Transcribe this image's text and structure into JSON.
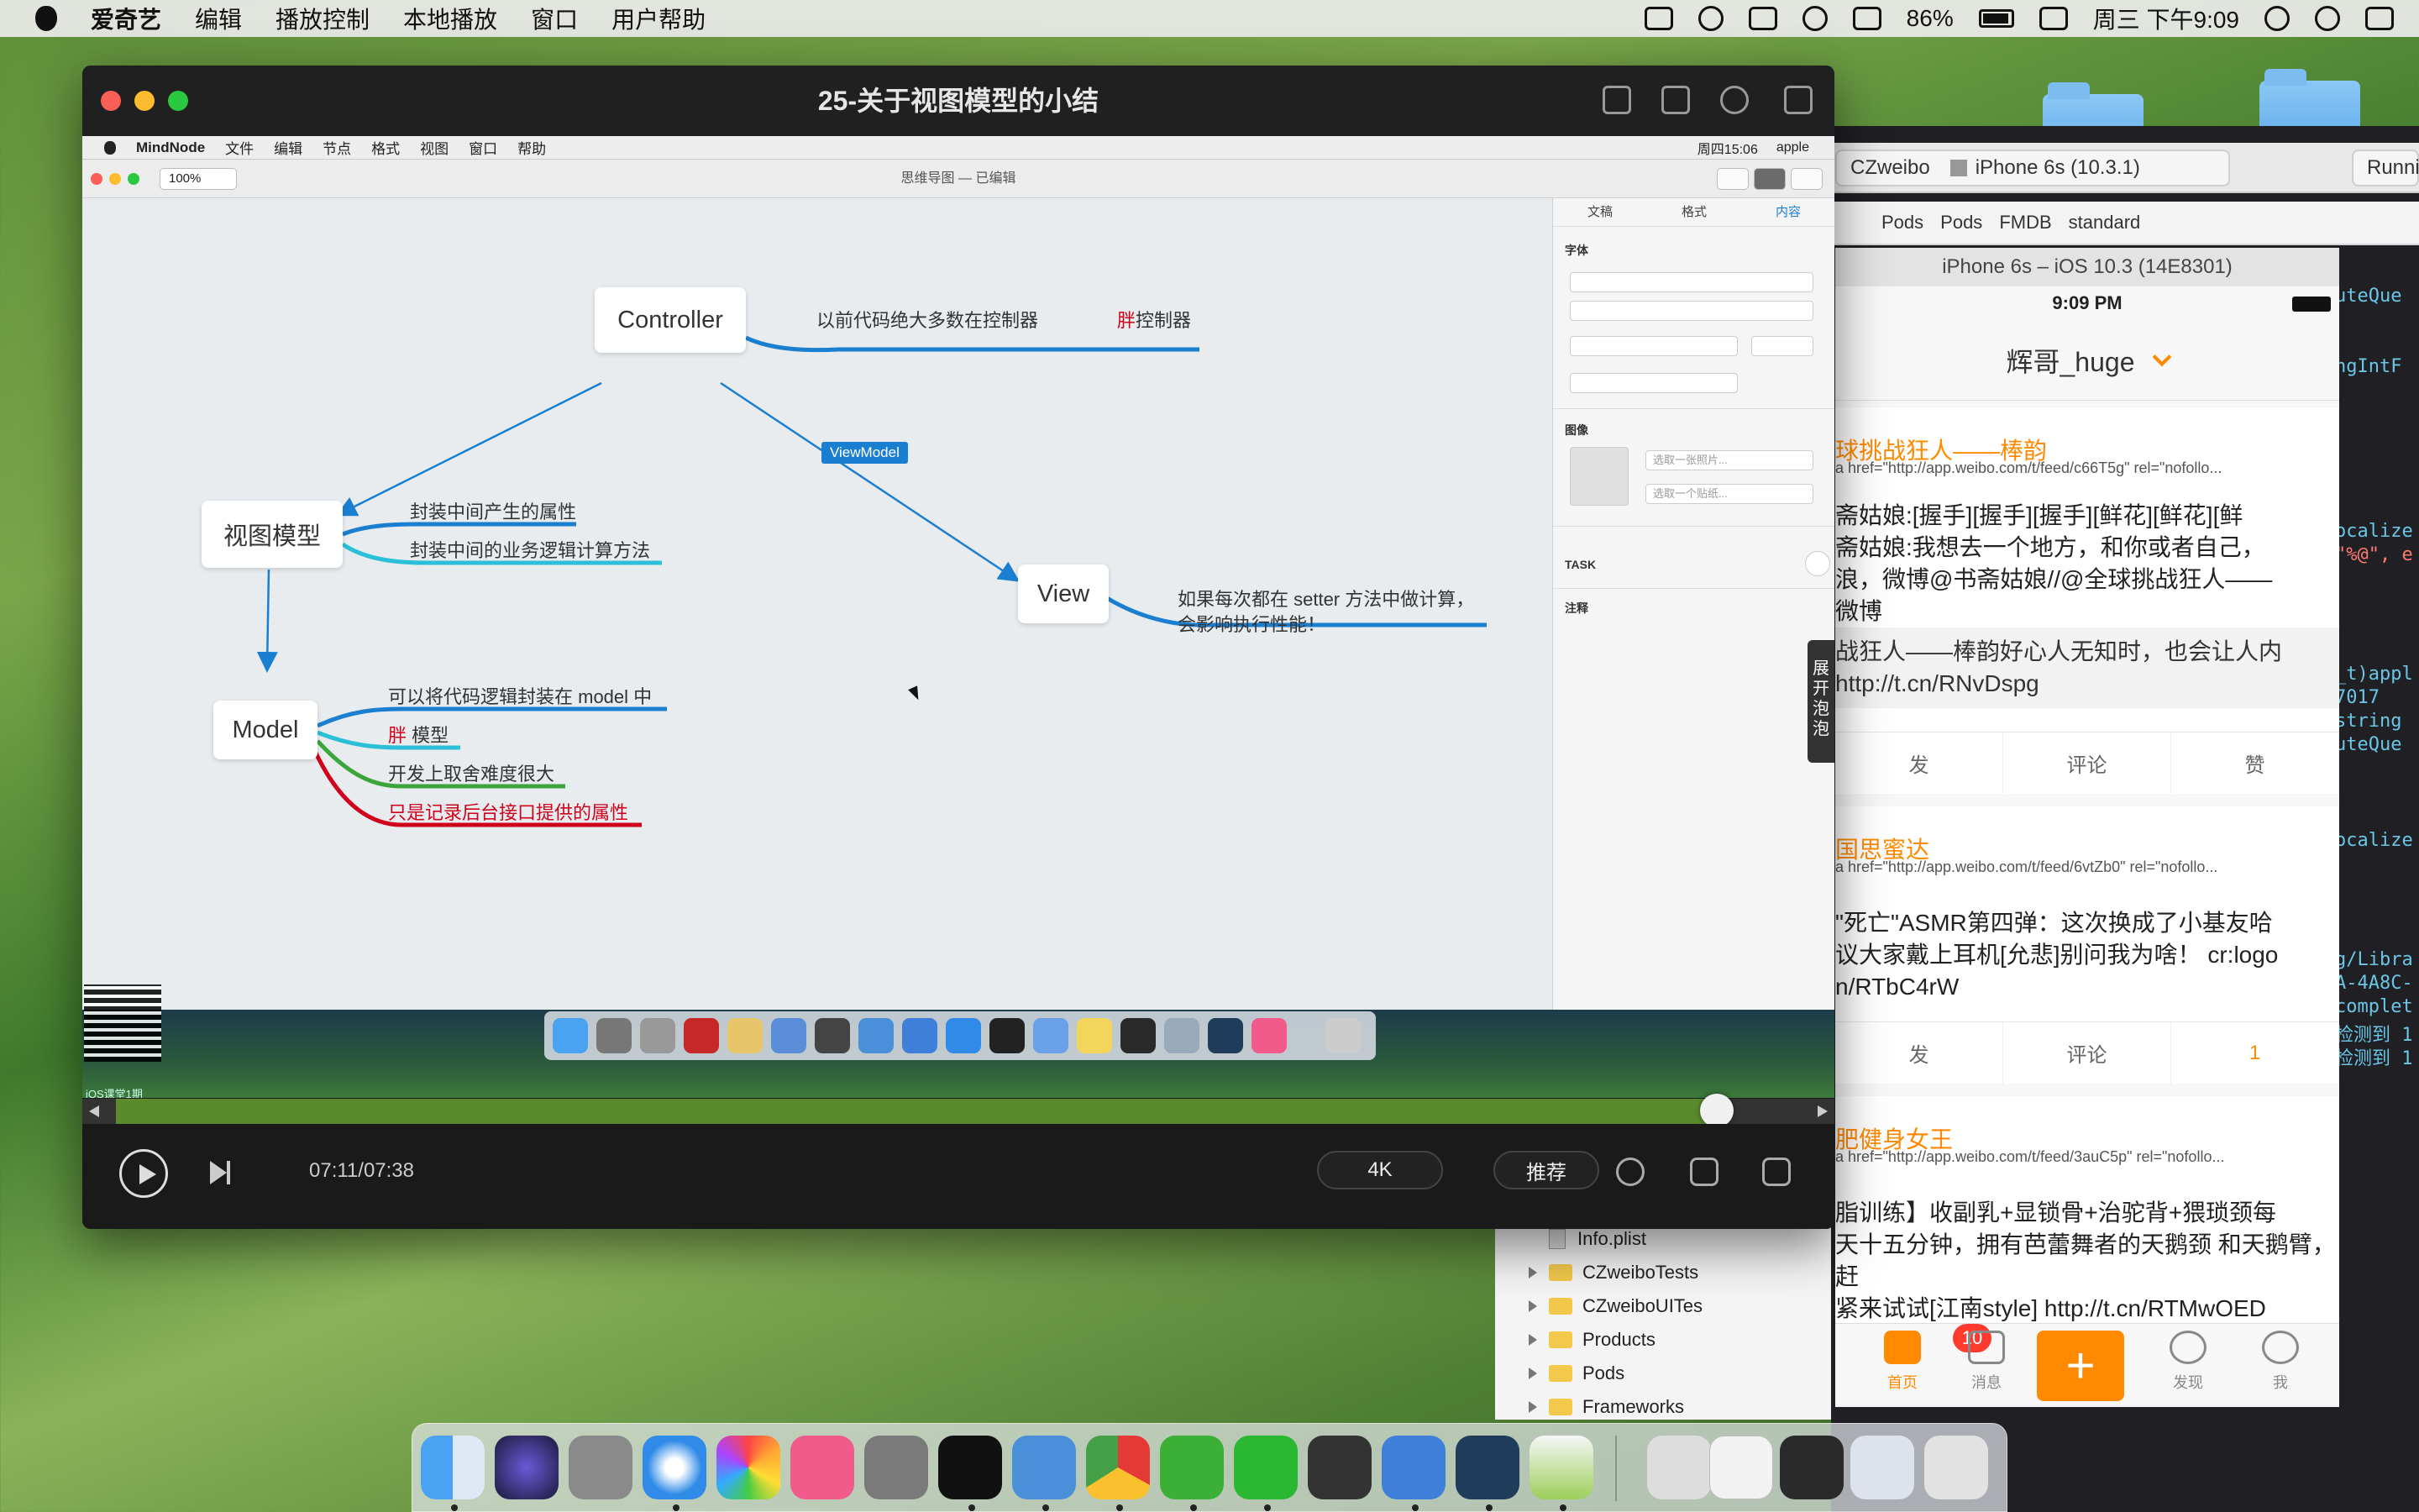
{
  "menubar": {
    "items": [
      "爱奇艺",
      "编辑",
      "播放控制",
      "本地播放",
      "窗口",
      "用户帮助"
    ],
    "battery": "86%",
    "datetime": "周三 下午9:09"
  },
  "player": {
    "title": "25-关于视图模型的小结",
    "time": "07:11/07:38",
    "quality": "4K",
    "recommend": "推荐",
    "progress_fraction": 0.95
  },
  "video_mac": {
    "app": "MindNode",
    "menu": [
      "文件",
      "编辑",
      "节点",
      "格式",
      "视图",
      "窗口",
      "帮助"
    ],
    "clock": "周四15:06",
    "user": "apple",
    "zoom": "100%",
    "document": "思维导图 — 已编辑",
    "inspector_tabs": [
      "文稿",
      "格式",
      "内容"
    ],
    "font_header": "字体",
    "image_header": "图像",
    "choose_photo": "选取一张照片...",
    "choose_sticker": "选取一个贴纸...",
    "task": "TASK",
    "note": "注释",
    "bubble": "展开泡泡",
    "qr_caption": "iOS课堂1期"
  },
  "mindmap": {
    "controller": "Controller",
    "controller_note": "以前代码绝大多数在控制器",
    "fat_controller_prefix": "胖",
    "fat_controller": "控制器",
    "viewmodel_node": "视图模型",
    "vm_note1": "封装中间产生的属性",
    "vm_note2": "封装中间的业务逻辑计算方法",
    "view": "View",
    "view_note1": "如果每次都在 setter 方法中做计算，",
    "view_note2": "会影响执行性能！",
    "viewmodel_tag": "ViewModel",
    "model": "Model",
    "model_note1": "可以将代码逻辑封装在 model 中",
    "model_fat_prefix": "胖",
    "model_note2": " 模型",
    "model_note3": "开发上取舍难度很大",
    "model_note4": "只是记录后台接口提供的属性"
  },
  "xcode": {
    "scheme": "CZweibo",
    "device": "iPhone 6s (10.3.1)",
    "running": "Runnin",
    "path": [
      "Pods",
      "Pods",
      "FMDB",
      "standard"
    ],
    "code": [
      {
        "text": "uteQue",
        "red": false
      },
      {
        "text": "ngIntF",
        "red": false
      },
      {
        "text": "ocalize",
        "red": false
      },
      {
        "text": "\"%@\", e",
        "red": true
      },
      {
        "text": "_t)appl",
        "red": false
      },
      {
        "text": "7017",
        "red": false
      },
      {
        "text": "string",
        "red": false
      },
      {
        "text": "uteQue",
        "red": false
      },
      {
        "text": "ocalize",
        "red": false
      },
      {
        "text": "g/Libra",
        "red": false
      },
      {
        "text": "A-4A8C-",
        "red": false
      },
      {
        "text": "complet",
        "red": false
      },
      {
        "text": "检测到 1",
        "red": false
      },
      {
        "text": "检测到 1",
        "red": false
      }
    ],
    "navigator": [
      "Info.plist",
      "CZweiboTests",
      "CZweiboUITes",
      "Products",
      "Pods",
      "Frameworks"
    ]
  },
  "simulator": {
    "title": "iPhone 6s – iOS 10.3 (14E8301)",
    "clock": "9:09 PM",
    "nav_title": "辉哥_huge",
    "feeds": [
      {
        "title": "球挑战狂人——棒韵",
        "href": "a href=\"http://app.weibo.com/t/feed/c66T5g\" rel=\"nofollo...",
        "text": "斋姑娘:[握手][握手][握手][鲜花][鲜花][鲜\n斋姑娘:我想去一个地方，和你或者自己，\n浪，微博@书斋姑娘//@全球挑战狂人——\n微博",
        "retweet": "战狂人——棒韵好心人无知时，也会让人内\nhttp://t.cn/RNvDspg",
        "actions": [
          "发",
          "评论",
          "赞"
        ]
      },
      {
        "title": "国思蜜达",
        "href": "a href=\"http://app.weibo.com/t/feed/6vtZb0\" rel=\"nofollo...",
        "text": "\"死亡\"ASMR第四弹：这次换成了小基友哈\n议大家戴上耳机[允悲]别问我为啥！ cr:logo\nn/RTbC4rW",
        "actions": [
          "发",
          "评论",
          "1"
        ]
      },
      {
        "title": "肥健身女王",
        "href": "a href=\"http://app.weibo.com/t/feed/3auC5p\" rel=\"nofollo...",
        "text": "脂训练】收副乳+显锁骨+治驼背+猥琐颈每\n天十五分钟，拥有芭蕾舞者的天鹅颈 和天鹅臂，赶\n紧来试试[江南style] http://t.cn/RTMwOED"
      }
    ],
    "tabs": [
      "首页",
      "消息",
      "发现",
      "我"
    ],
    "badge": "10"
  },
  "colors": {
    "accent": "#ff8a00",
    "mindmap_blue": "#1b7fd1",
    "cyan": "#2bc0d8",
    "green": "#3aa63a",
    "red": "#d0021b"
  }
}
